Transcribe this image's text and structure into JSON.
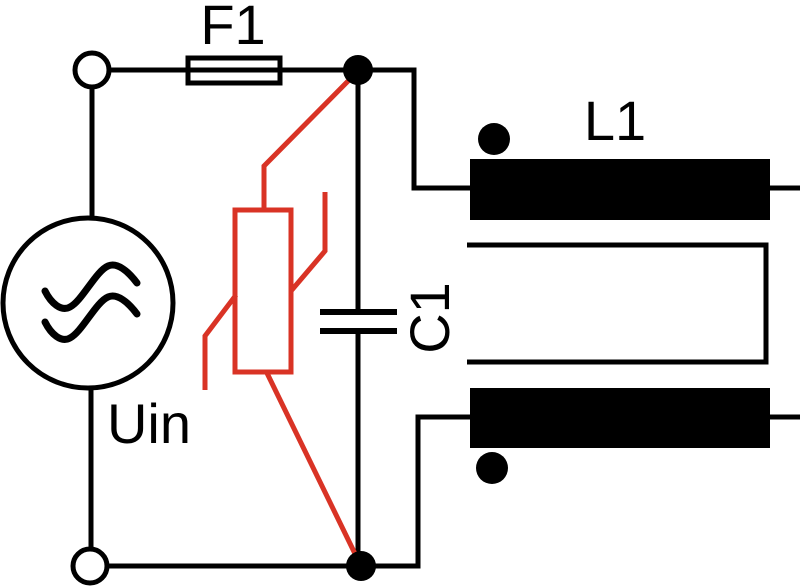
{
  "figure": {
    "type": "circuit-schematic",
    "description": "Mains input surge-protection filter: AC source, fuse, varistor (highlighted red), X-capacitor and common-mode choke",
    "colors": {
      "background": "#ffffff",
      "line": "#000000",
      "accent": "#d93325"
    },
    "labels": {
      "fuse": "F1",
      "choke": "L1",
      "capacitor": "C1",
      "source": "Uin"
    },
    "components": [
      "ac-voltage-source",
      "fuse",
      "varistor",
      "x-capacitor",
      "common-mode-choke"
    ]
  }
}
